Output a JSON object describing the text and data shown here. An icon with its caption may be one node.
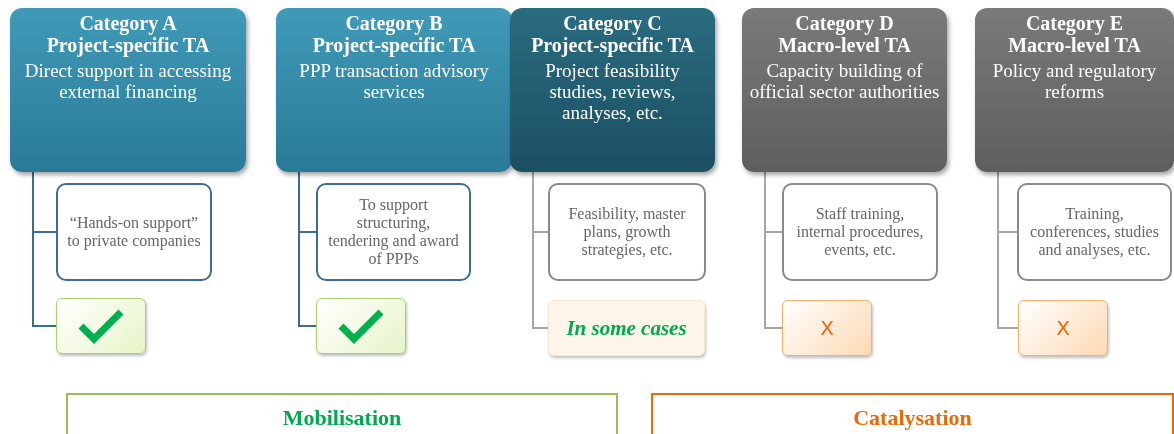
{
  "diagram": {
    "nodes": [
      {
        "text": [
          "Category A",
          "Project-specific TA",
          "Direct support in accessing external financing"
        ]
      },
      {
        "text": [
          "“Hands-on support” to private companies"
        ]
      },
      {
        "text": [],
        "shape": "box"
      },
      {
        "text": [
          "Category B",
          "Project-specific TA",
          "PPP transaction advisory services"
        ]
      },
      {
        "text": [
          "To support structuring, tendering and award of PPPs"
        ]
      },
      {
        "text": [],
        "shape": "box"
      },
      {
        "text": [
          "Category C",
          "Project-specific TA",
          "Project feasibility studies, reviews, analyses, etc."
        ]
      },
      {
        "text": [
          "Feasibility, master plans, growth strategies, etc."
        ]
      },
      {
        "text": [
          "In some cases"
        ]
      },
      {
        "text": [
          "Category D",
          "Macro-level TA",
          "Capacity building of official sector authorities"
        ]
      },
      {
        "text": [
          "Staff training, internal procedures, events, etc."
        ]
      },
      {
        "text": [
          "X"
        ]
      },
      {
        "text": [
          "Category  E",
          "Macro-level TA",
          "Policy and regulatory reforms"
        ]
      },
      {
        "text": [
          "Training, conferences, studies and analyses, etc."
        ]
      },
      {
        "text": [
          "X"
        ]
      },
      {
        "text": [
          "Mobilisation"
        ]
      },
      {
        "text": [
          "Catalysation"
        ]
      }
    ],
    "edges": [
      {
        "from": 0,
        "to": 1,
        "arrow": "none",
        "color": "#3b6e8c"
      },
      {
        "from": 0,
        "to": 2,
        "arrow": "none",
        "color": "#3b6e8c"
      },
      {
        "from": 3,
        "to": 4,
        "arrow": "none",
        "color": "#3b6e8c"
      },
      {
        "from": 3,
        "to": 5,
        "arrow": "none",
        "color": "#3b6e8c"
      },
      {
        "from": 6,
        "to": 7,
        "arrow": "none"
      },
      {
        "from": 6,
        "to": 8,
        "arrow": "none"
      },
      {
        "from": 9,
        "to": 10,
        "arrow": "none"
      },
      {
        "from": 9,
        "to": 11,
        "arrow": "none"
      },
      {
        "from": 12,
        "to": 13,
        "arrow": "none"
      },
      {
        "from": 12,
        "to": 14,
        "arrow": "none"
      }
    ]
  }
}
